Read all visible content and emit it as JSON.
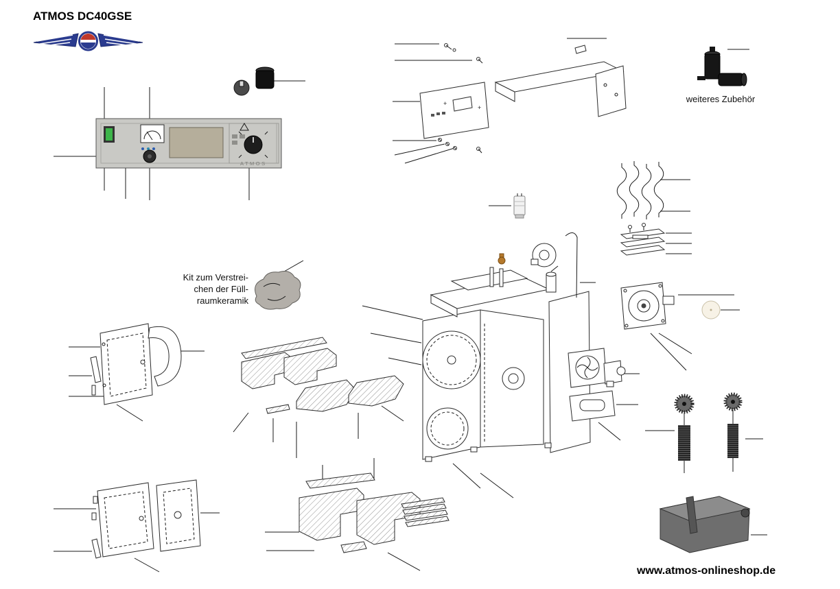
{
  "page": {
    "title": "ATMOS DC40GSE",
    "website": "www.atmos-onlineshop.de"
  },
  "labels": {
    "accessories": "weiteres Zubehör",
    "ceramic_kit_line1": "Kit zum Verstrei-",
    "ceramic_kit_line2": "chen der Füll-",
    "ceramic_kit_line3": "raumkeramik",
    "panel_brand": "ATMOS",
    "plus": "+"
  },
  "colors": {
    "logo_blue": "#2a3b8f",
    "logo_red": "#c0392b",
    "panel_gray": "#c9c9c5",
    "switch_green": "#3db54a",
    "display_beige": "#b5ae9b",
    "line_black": "#1a1a1a",
    "brass": "#b5792c",
    "dark_part": "#161616",
    "pan_gray": "#6e6e6e",
    "disc_cream": "#f7f2e6",
    "stone_gray": "#b3afa9"
  },
  "parts": [
    "control-panel",
    "spare-control-knob",
    "electronic-control-board",
    "top-sheet-metal-covers",
    "mounting-screws",
    "accessory-draft-regulator",
    "spiral-turbulators",
    "sealing-plate-set",
    "exhaust-fan-plate",
    "blanking-disc",
    "boiler-body-exploded",
    "flue-outlet",
    "bent-rod",
    "capacitor",
    "thermal-valve",
    "blower-housing",
    "sealing-putty-stone",
    "upper-door-assembly",
    "lower-door-assembly",
    "firebox-ceramic-set",
    "combustion-chamber-ceramics",
    "exhaust-fan-motor",
    "door-gasket-frame",
    "round-cleaning-brushes",
    "ash-pan"
  ]
}
